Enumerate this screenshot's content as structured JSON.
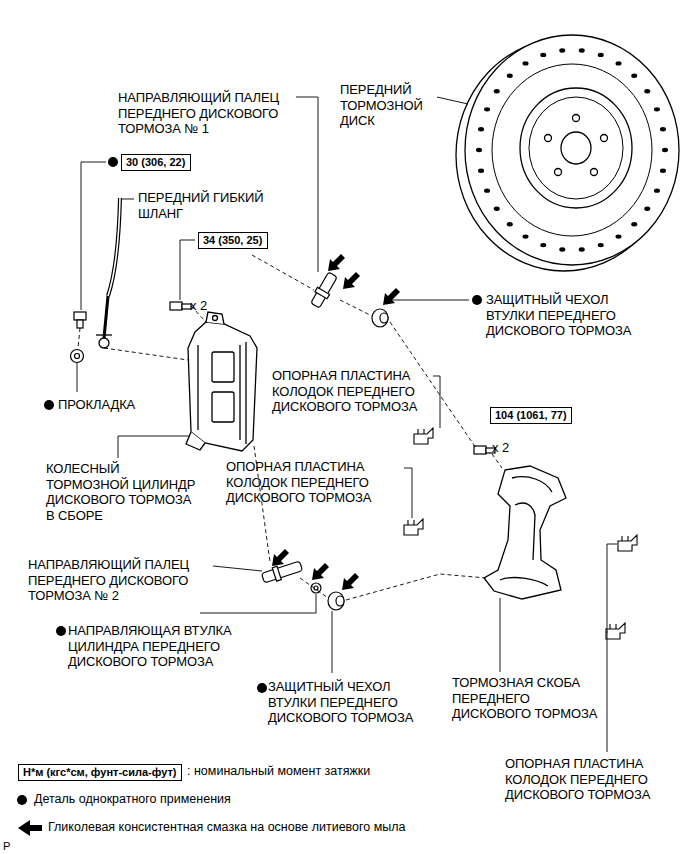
{
  "diagram": {
    "nodes": [
      {
        "text": [
          "30 (306, 22)"
        ]
      },
      {
        "text": [
          "34 (350, 25)"
        ]
      },
      {
        "text": [
          "104 (1061, 77)"
        ]
      },
      {
        "text": [
          "Н*м (кгс*см, фунт-сила-фут)"
        ]
      }
    ],
    "labels": [
      "ПЕРЕДНИЙ ТОРМОЗНОЙ ДИСК",
      "НАПРАВЛЯЮЩИЙ ПАЛЕЦ ПЕРЕДНЕГО ДИСКОВОГО ТОРМОЗА № 1",
      "ПЕРЕДНИЙ ГИБКИЙ ШЛАНГ",
      "x 2",
      "ЗАЩИТНЫЙ ЧЕХОЛ ВТУЛКИ ПЕРЕДНЕГО ДИСКОВОГО ТОРМОЗА",
      "ПРОКЛАДКА",
      "ОПОРНАЯ ПЛАСТИНА КОЛОДОК ПЕРЕДНЕГО ДИСКОВОГО ТОРМОЗА",
      "x 2",
      "КОЛЕСНЫЙ ТОРМОЗНОЙ ЦИЛИНДР ДИСКОВОГО ТОРМОЗА В СБОРЕ",
      "ОПОРНАЯ ПЛАСТИНА КОЛОДОК ПЕРЕДНЕГО ДИСКОВОГО ТОРМОЗА",
      "НАПРАВЛЯЮЩИЙ ПАЛЕЦ ПЕРЕДНЕГО ДИСКОВОГО ТОРМОЗА № 2",
      "НАПРАВЛЯЮЩАЯ ВТУЛКА ЦИЛИНДРА ПЕРЕДНЕГО ДИСКОВОГО ТОРМОЗА",
      "ЗАЩИТНЫЙ ЧЕХОЛ ВТУЛКИ ПЕРЕДНЕГО ДИСКОВОГО ТОРМОЗА",
      "ТОРМОЗНАЯ СКОБА ПЕРЕДНЕГО ДИСКОВОГО ТОРМОЗА",
      "ОПОРНАЯ ПЛАСТИНА КОЛОДОК ПЕРЕДНЕГО ДИСКОВОГО ТОРМОЗА",
      "P"
    ],
    "legend": [
      {
        "text": ": номинальный момент затяжки"
      },
      {
        "text": "Деталь однократного применения"
      },
      {
        "text": "Гликолевая консистентная смазка на основе литиевого мыла"
      }
    ]
  }
}
